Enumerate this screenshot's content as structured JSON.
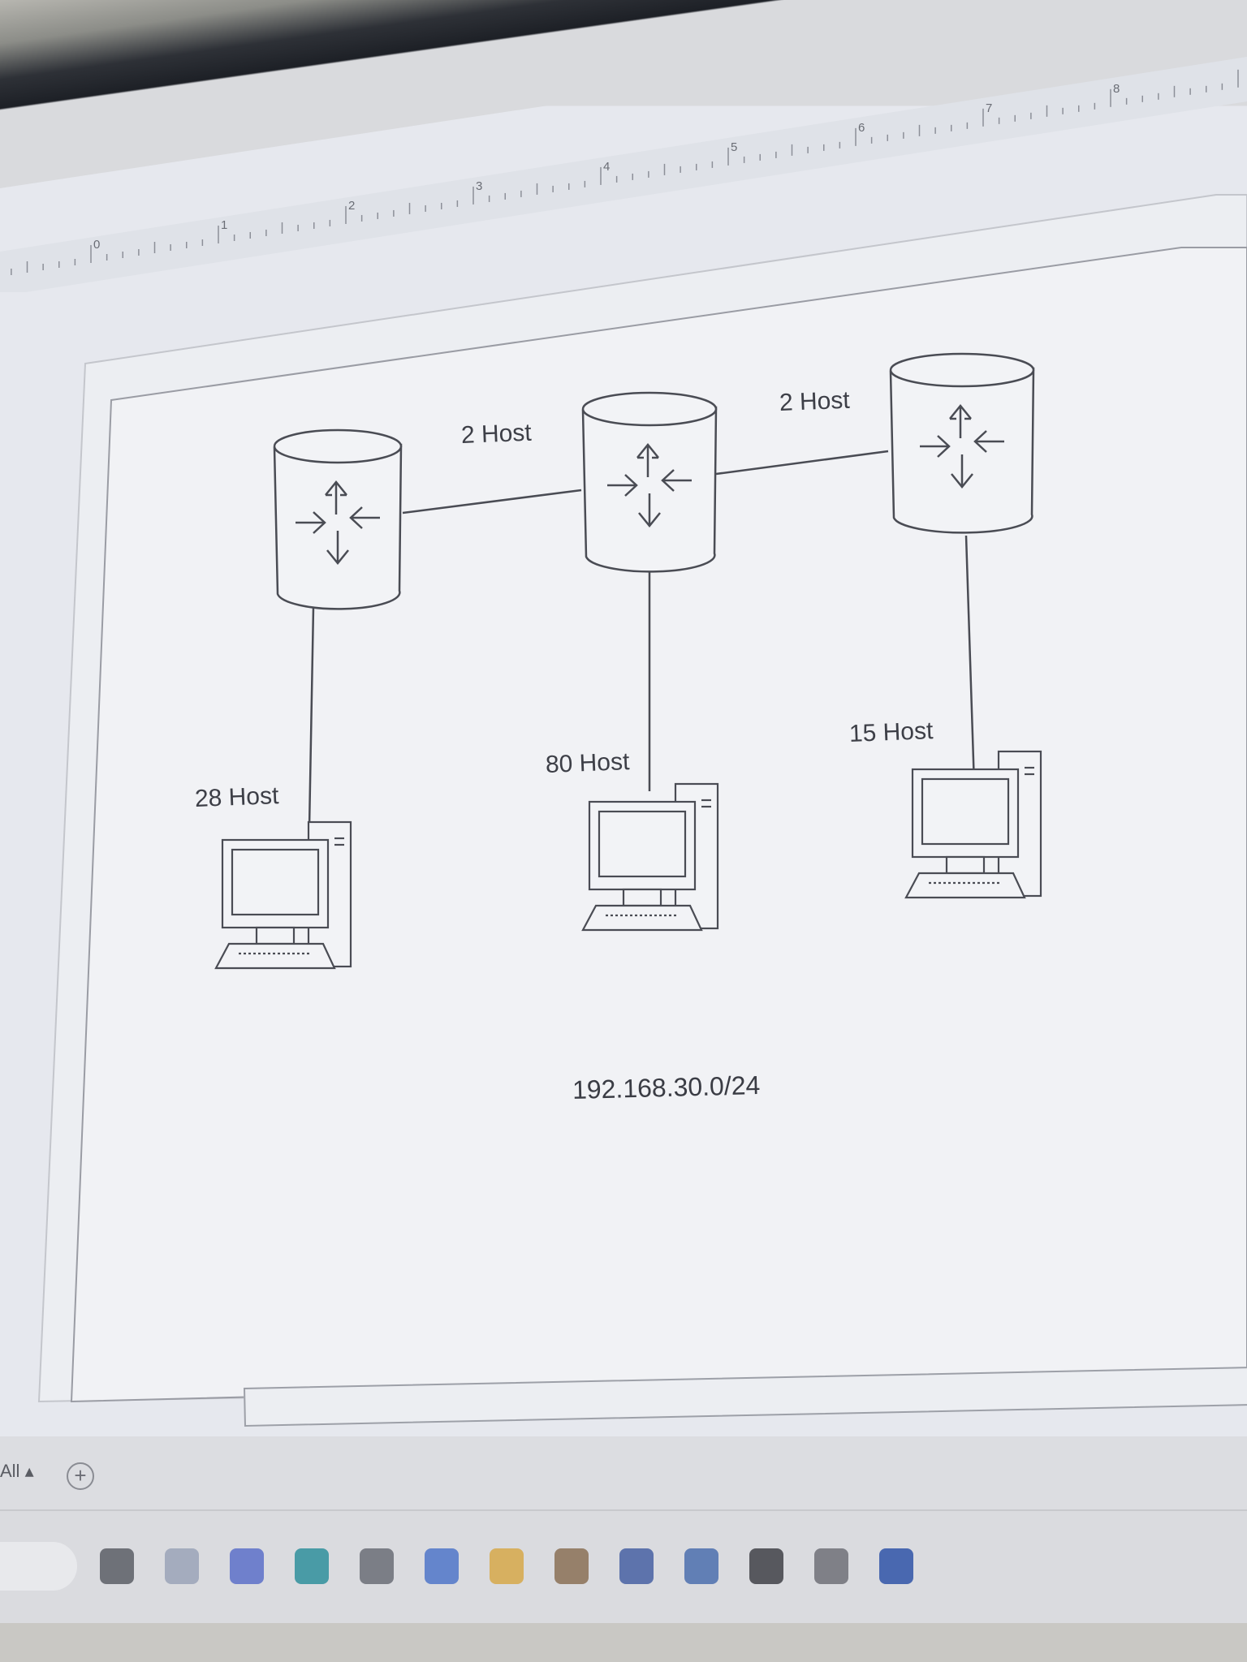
{
  "ruler": {
    "marks": [
      "0",
      "1",
      "2",
      "3",
      "4",
      "5",
      "6",
      "7",
      "8"
    ]
  },
  "diagram": {
    "routers": [
      {
        "id": "router-left"
      },
      {
        "id": "router-middle"
      },
      {
        "id": "router-right"
      }
    ],
    "links": [
      {
        "from": "router-left",
        "to": "router-middle",
        "label": "2 Host"
      },
      {
        "from": "router-middle",
        "to": "router-right",
        "label": "2 Host"
      }
    ],
    "lans": [
      {
        "router": "router-left",
        "label": "28 Host"
      },
      {
        "router": "router-middle",
        "label": "80 Host"
      },
      {
        "router": "router-right",
        "label": "15 Host"
      }
    ],
    "network": "192.168.30.0/24"
  },
  "statusbar": {
    "tabs_label": "All",
    "add_symbol": "+"
  },
  "taskbar": {
    "icons": [
      "file-explorer-icon",
      "edge-icon",
      "cortana-icon",
      "edge-browser-icon",
      "store-icon",
      "mail-icon",
      "folder-icon",
      "shield-app-icon",
      "visio-icon",
      "notepad-icon",
      "terminal-icon",
      "settings-icon",
      "visio-app-icon"
    ]
  }
}
